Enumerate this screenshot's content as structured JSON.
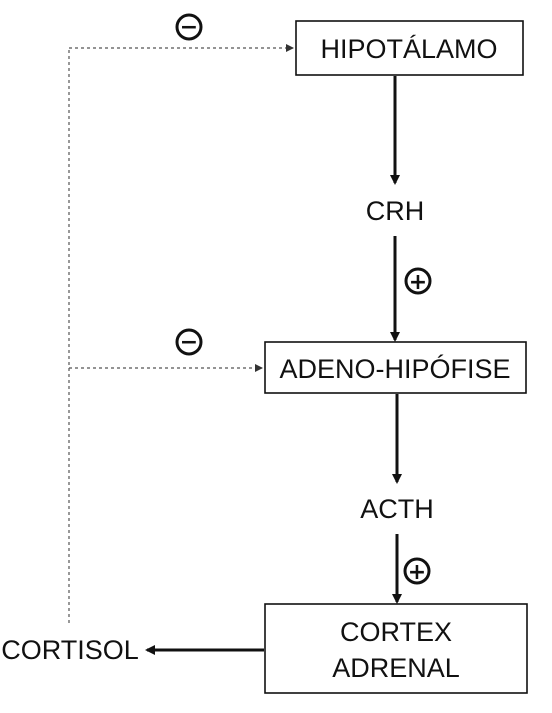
{
  "nodes": {
    "hipotalamo": "HIPOTÁLAMO",
    "crh": "CRH",
    "adeno": "ADENO-HIPÓFISE",
    "acth": "ACTH",
    "cortex_line1": "CORTEX",
    "cortex_line2": "ADRENAL",
    "cortisol": "CORTISOL"
  },
  "signs": {
    "negative": "−",
    "positive": "+"
  },
  "colors": {
    "stroke": "#111111",
    "feedback_line": "#555555"
  }
}
